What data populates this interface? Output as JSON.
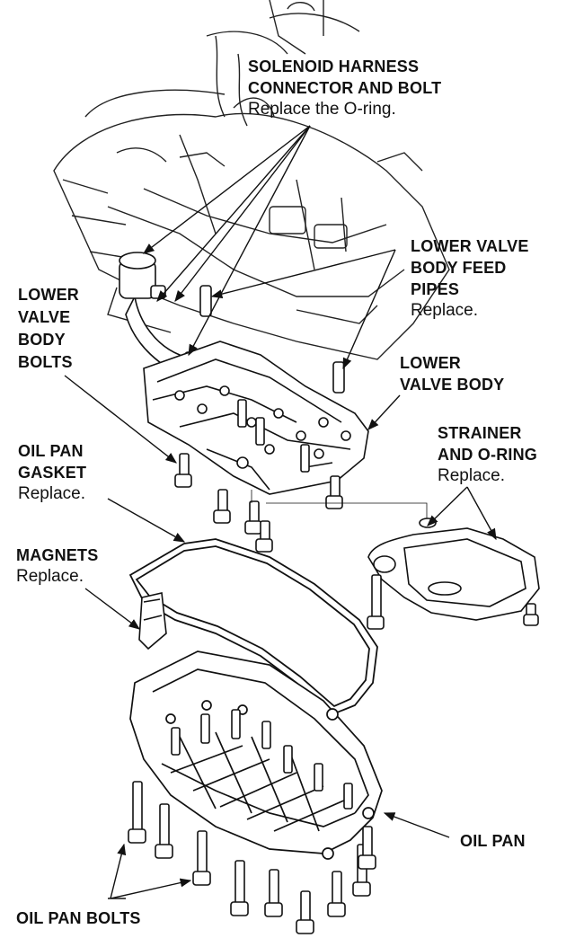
{
  "labels": {
    "solenoid": {
      "line1": "SOLENOID HARNESS",
      "line2": "CONNECTOR AND BOLT",
      "note": "Replace the O-ring."
    },
    "feed_pipes": {
      "line1": "LOWER VALVE",
      "line2": "BODY FEED",
      "line3": "PIPES",
      "note": "Replace."
    },
    "body_bolts": {
      "line1": "LOWER",
      "line2": "VALVE",
      "line3": "BODY",
      "line4": "BOLTS"
    },
    "valve_body": {
      "line1": "LOWER",
      "line2": "VALVE BODY"
    },
    "gasket": {
      "line1": "OIL PAN",
      "line2": "GASKET",
      "note": "Replace."
    },
    "strainer": {
      "line1": "STRAINER",
      "line2": "AND O-RING",
      "note": "Replace."
    },
    "magnets": {
      "line1": "MAGNETS",
      "note": "Replace."
    },
    "oil_pan": {
      "line1": "OIL PAN"
    },
    "pan_bolts": {
      "line1": "OIL PAN BOLTS"
    }
  },
  "colors": {
    "ink": "#111111",
    "paper": "#ffffff"
  }
}
